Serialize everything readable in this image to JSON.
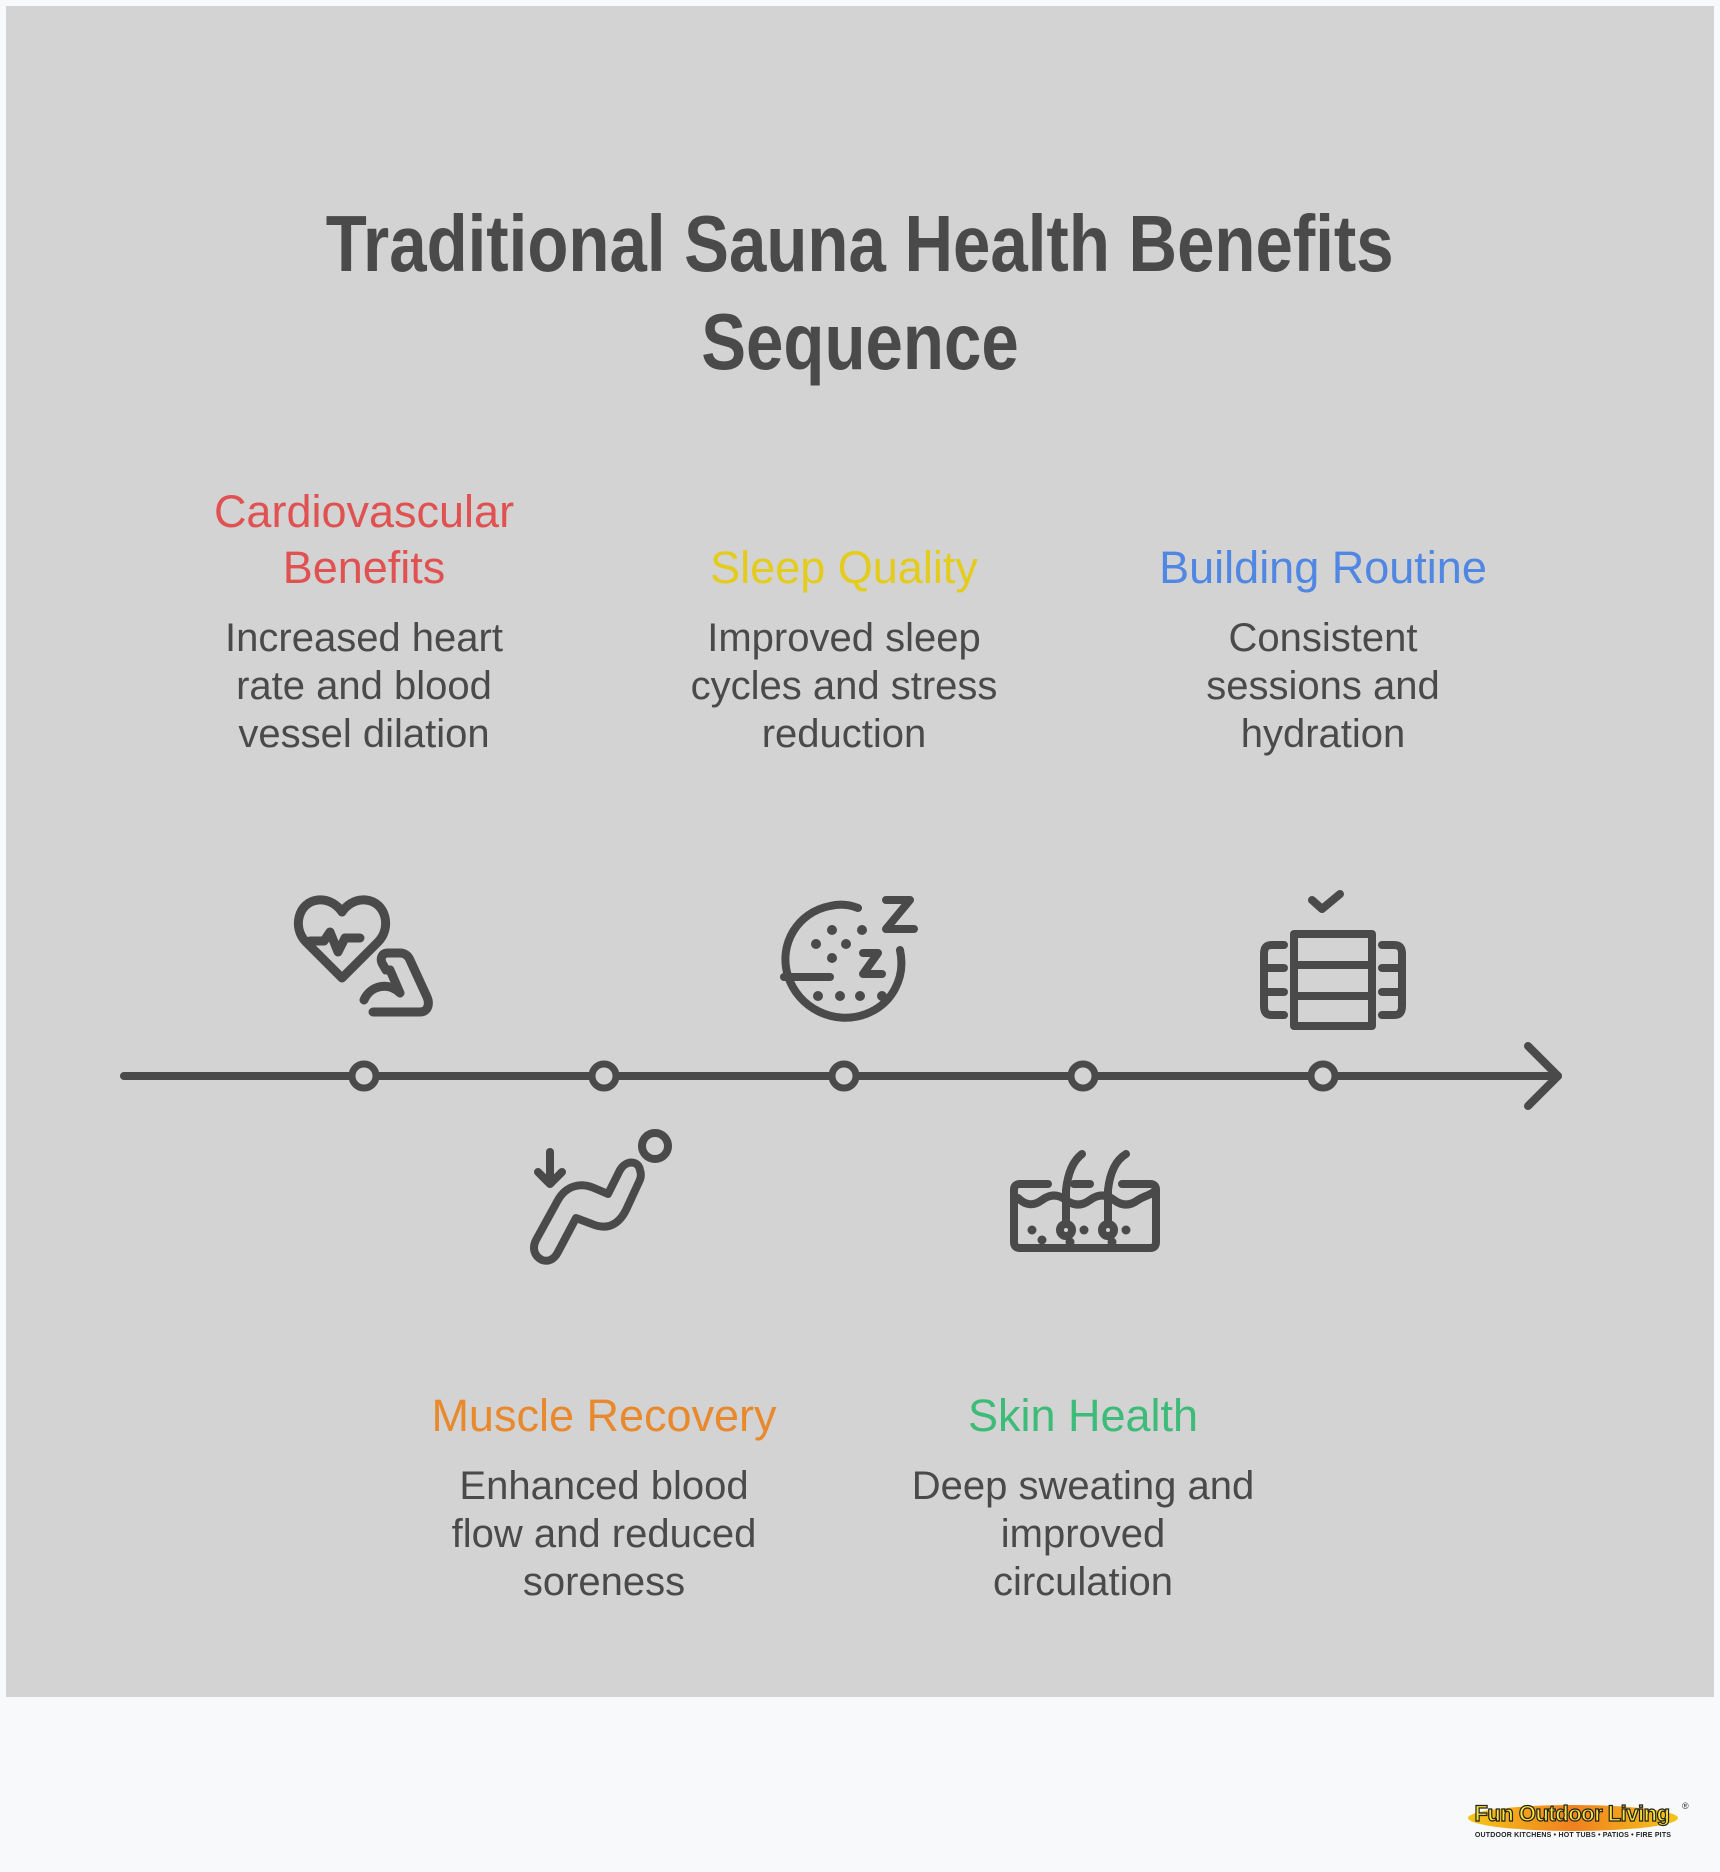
{
  "title": {
    "line1": "Traditional Sauna Health Benefits",
    "line2": "Sequence"
  },
  "colors": {
    "panel_bg": "#d3d3d3",
    "page_bg": "#f8f9fa",
    "text": "#4a4a4a",
    "cardiovascular": "#e05252",
    "muscle": "#e8892e",
    "sleep": "#e3cc1c",
    "skin": "#3dbb78",
    "routine": "#4f87e3"
  },
  "timeline": {
    "nodes": 5,
    "direction": "left-to-right",
    "end": "arrow"
  },
  "steps": [
    {
      "id": "cardiovascular",
      "title": "Cardiovascular Benefits",
      "title_lines": [
        "Cardiovascular",
        "Benefits"
      ],
      "description": "Increased heart\nrate and blood\nvessel dilation",
      "icon": "heart-pulse-muscle-icon",
      "position": "above"
    },
    {
      "id": "muscle",
      "title": "Muscle Recovery",
      "description": "Enhanced blood\nflow and reduced\nsoreness",
      "icon": "reclining-body-icon",
      "position": "below"
    },
    {
      "id": "sleep",
      "title": "Sleep Quality",
      "description": "Improved sleep\ncycles and stress\nreduction",
      "icon": "sleep-zz-icon",
      "position": "above"
    },
    {
      "id": "skin",
      "title": "Skin Health",
      "description": "Deep sweating and\nimproved\ncirculation",
      "icon": "skin-layers-icon",
      "position": "below"
    },
    {
      "id": "routine",
      "title": "Building Routine",
      "description": "Consistent\nsessions and\nhydration",
      "icon": "stacked-routine-check-icon",
      "position": "above"
    }
  ],
  "footer": {
    "logo_brand": "Fun Outdoor Living",
    "logo_reg": "®",
    "logo_tagline": "OUTDOOR KITCHENS • HOT TUBS • PATIOS • FIRE PITS"
  }
}
